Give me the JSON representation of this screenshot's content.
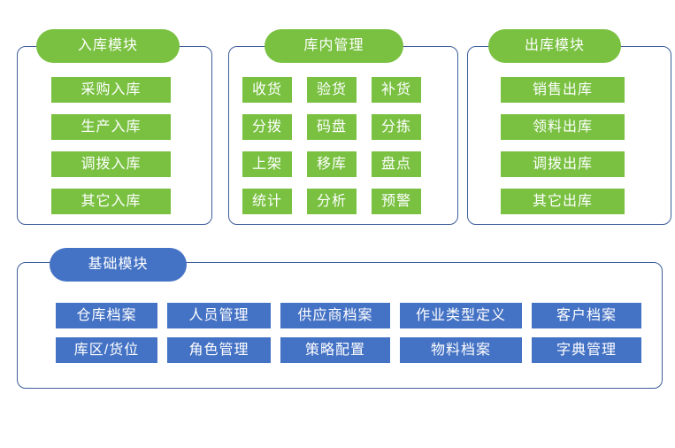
{
  "colors": {
    "green": "#7ac142",
    "blue": "#4472c4",
    "panel_border": "#3d5d99",
    "text": "#ffffff"
  },
  "modules": {
    "inbound": {
      "title": "入库模块",
      "items": [
        "采购入库",
        "生产入库",
        "调拨入库",
        "其它入库"
      ]
    },
    "warehouse": {
      "title": "库内管理",
      "items": [
        "收货",
        "验货",
        "补货",
        "分拨",
        "码盘",
        "分拣",
        "上架",
        "移库",
        "盘点",
        "统计",
        "分析",
        "预警"
      ]
    },
    "outbound": {
      "title": "出库模块",
      "items": [
        "销售出库",
        "领料出库",
        "调拨出库",
        "其它出库"
      ]
    },
    "base": {
      "title": "基础模块",
      "rows": [
        [
          "仓库档案",
          "人员管理",
          "供应商档案",
          "作业类型定义",
          "客户档案"
        ],
        [
          "库区/货位",
          "角色管理",
          "策略配置",
          "物料档案",
          "字典管理"
        ]
      ]
    }
  }
}
